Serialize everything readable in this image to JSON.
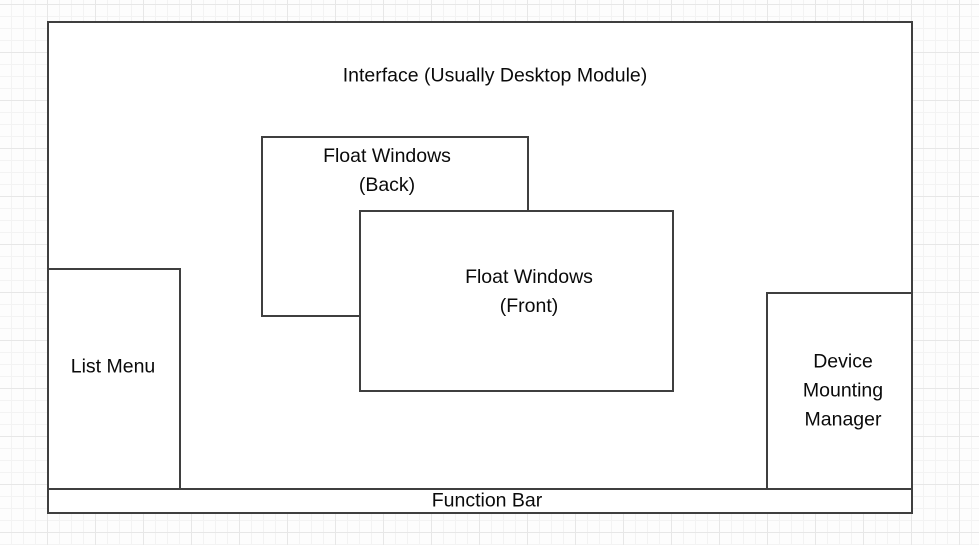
{
  "canvas": {
    "background_color": "#fdfdfd",
    "grid_minor_color": "#f3f3f3",
    "grid_major_color": "#e7e7e7",
    "shape_fill_color": "#ffffff",
    "shape_stroke_color": "#3f3f3f",
    "text_color": "#0a0a0a"
  },
  "diagram": {
    "interface": {
      "label": "Interface (Usually Desktop Module)"
    },
    "float_back": {
      "lines": [
        "Float Windows",
        "(Back)"
      ]
    },
    "float_front": {
      "lines": [
        "Float Windows",
        "(Front)"
      ]
    },
    "list_menu": {
      "label": "List Menu"
    },
    "device_mounting_manager": {
      "lines": [
        "Device",
        "Mounting",
        "Manager"
      ]
    },
    "function_bar": {
      "label": "Function Bar"
    }
  }
}
